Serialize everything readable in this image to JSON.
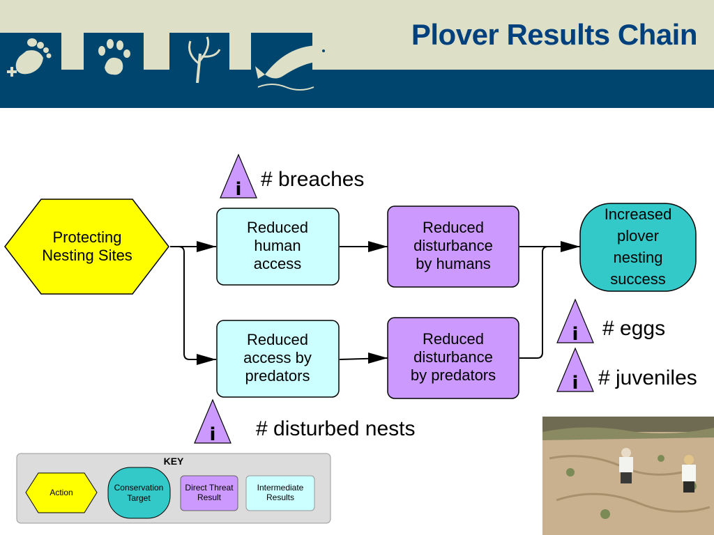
{
  "title": "Plover Results Chain",
  "header_icons": [
    "footprint-icon",
    "paw-print-icon",
    "plant-icon",
    "fish-icon"
  ],
  "colors": {
    "header_light": "#dde0c6",
    "header_dark": "#00456d",
    "title": "#00407c",
    "action": "#ffff00",
    "target": "#33c9c9",
    "threat_result": "#cc99ff",
    "intermediate": "#ccffff",
    "indicator": "#cc99ff"
  },
  "nodes": {
    "action": {
      "lines": [
        "Protecting",
        "Nesting Sites"
      ]
    },
    "reduced_human_access": {
      "lines": [
        "Reduced",
        "human",
        "access"
      ]
    },
    "reduced_access_predators": {
      "lines": [
        "Reduced",
        "access by",
        "predators"
      ]
    },
    "reduced_disturbance_humans": {
      "lines": [
        "Reduced",
        "disturbance",
        "by humans"
      ]
    },
    "reduced_disturbance_predators": {
      "lines": [
        "Reduced",
        "disturbance",
        "by predators"
      ]
    },
    "target": {
      "lines": [
        "Increased",
        "plover",
        "nesting",
        "success"
      ]
    }
  },
  "indicators": {
    "symbol": "i",
    "breaches": "# breaches",
    "eggs": "# eggs",
    "juveniles": "# juveniles",
    "disturbed_nests": "# disturbed nests"
  },
  "key": {
    "title": "KEY",
    "action": [
      "Action"
    ],
    "target": [
      "Conservation",
      "Target"
    ],
    "threat": [
      "Direct Threat",
      "Result"
    ],
    "intermediate": [
      "Intermediate",
      "Results"
    ]
  }
}
